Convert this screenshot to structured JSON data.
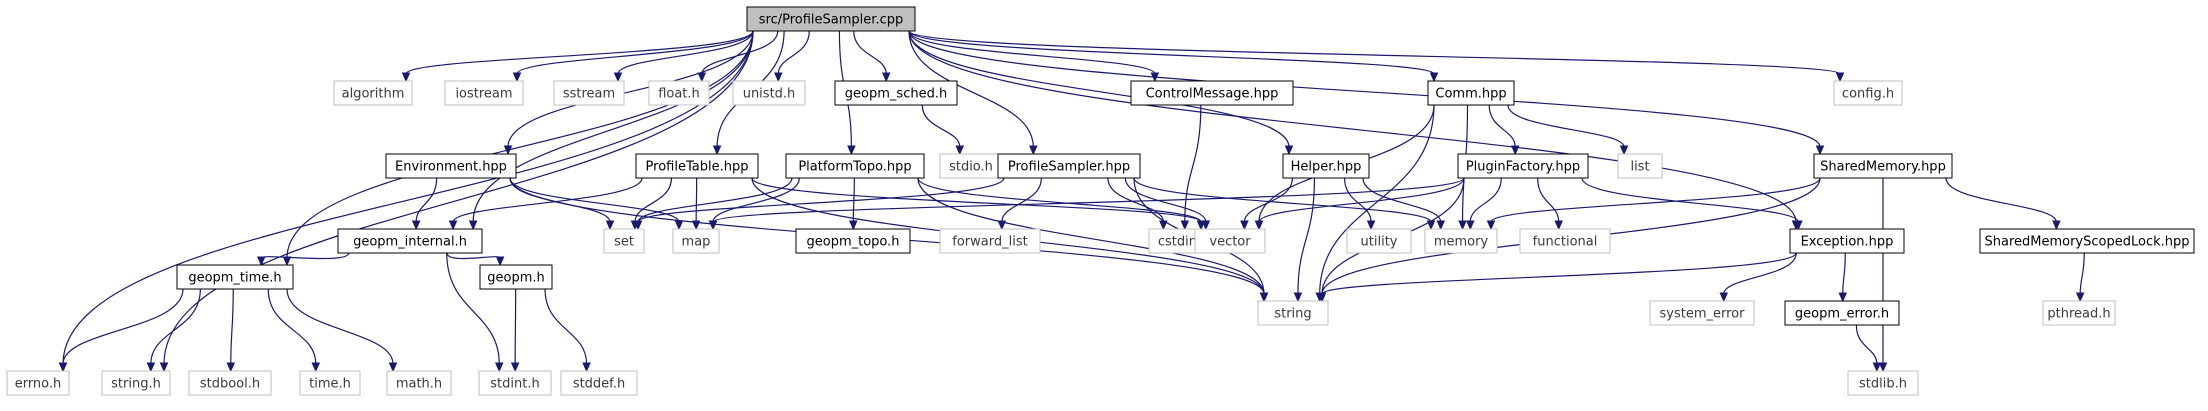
{
  "graph": {
    "title": "src/ProfileSampler.cpp",
    "colors": {
      "edge": "#191970",
      "root_fill": "#bfbfbf",
      "local_border": "#000000",
      "system_border": "#bfbfbf"
    },
    "nodes": [
      {
        "id": "root",
        "label": "src/ProfileSampler.cpp",
        "kind": "root"
      },
      {
        "id": "errno",
        "label": "errno.h",
        "kind": "system"
      },
      {
        "id": "string_h",
        "label": "string.h",
        "kind": "system"
      },
      {
        "id": "geopm_time",
        "label": "geopm_time.h",
        "kind": "local"
      },
      {
        "id": "geopm_internal",
        "label": "geopm_internal.h",
        "kind": "local"
      },
      {
        "id": "environment",
        "label": "Environment.hpp",
        "kind": "local"
      },
      {
        "id": "algorithm",
        "label": "algorithm",
        "kind": "system"
      },
      {
        "id": "iostream",
        "label": "iostream",
        "kind": "system"
      },
      {
        "id": "sstream",
        "label": "sstream",
        "kind": "system"
      },
      {
        "id": "float_h",
        "label": "float.h",
        "kind": "system"
      },
      {
        "id": "unistd",
        "label": "unistd.h",
        "kind": "system"
      },
      {
        "id": "geopm_sched",
        "label": "geopm_sched.h",
        "kind": "local"
      },
      {
        "id": "stdio",
        "label": "stdio.h",
        "kind": "system"
      },
      {
        "id": "profiletable",
        "label": "ProfileTable.hpp",
        "kind": "local"
      },
      {
        "id": "platformtopo",
        "label": "PlatformTopo.hpp",
        "kind": "local"
      },
      {
        "id": "profilesampler",
        "label": "ProfileSampler.hpp",
        "kind": "local"
      },
      {
        "id": "controlmessage",
        "label": "ControlMessage.hpp",
        "kind": "local"
      },
      {
        "id": "helper",
        "label": "Helper.hpp",
        "kind": "local"
      },
      {
        "id": "comm",
        "label": "Comm.hpp",
        "kind": "local"
      },
      {
        "id": "list",
        "label": "list",
        "kind": "system"
      },
      {
        "id": "pluginfactory",
        "label": "PluginFactory.hpp",
        "kind": "local"
      },
      {
        "id": "config",
        "label": "config.h",
        "kind": "system"
      },
      {
        "id": "sharedmemory",
        "label": "SharedMemory.hpp",
        "kind": "local"
      },
      {
        "id": "set",
        "label": "set",
        "kind": "system"
      },
      {
        "id": "map",
        "label": "map",
        "kind": "system"
      },
      {
        "id": "geopm_topo",
        "label": "geopm_topo.h",
        "kind": "local"
      },
      {
        "id": "forward_list",
        "label": "forward_list",
        "kind": "system"
      },
      {
        "id": "cstdint",
        "label": "cstdint",
        "kind": "system"
      },
      {
        "id": "vector",
        "label": "vector",
        "kind": "system"
      },
      {
        "id": "utility",
        "label": "utility",
        "kind": "system"
      },
      {
        "id": "memory",
        "label": "memory",
        "kind": "system"
      },
      {
        "id": "functional",
        "label": "functional",
        "kind": "system"
      },
      {
        "id": "exception",
        "label": "Exception.hpp",
        "kind": "local"
      },
      {
        "id": "sharedmemoryscopedlock",
        "label": "SharedMemoryScopedLock.hpp",
        "kind": "local"
      },
      {
        "id": "geopm_h",
        "label": "geopm.h",
        "kind": "local"
      },
      {
        "id": "string",
        "label": "string",
        "kind": "system"
      },
      {
        "id": "system_error",
        "label": "system_error",
        "kind": "system"
      },
      {
        "id": "geopm_error",
        "label": "geopm_error.h",
        "kind": "local"
      },
      {
        "id": "pthread",
        "label": "pthread.h",
        "kind": "system"
      },
      {
        "id": "stdbool",
        "label": "stdbool.h",
        "kind": "system"
      },
      {
        "id": "time_h",
        "label": "time.h",
        "kind": "system"
      },
      {
        "id": "math_h",
        "label": "math.h",
        "kind": "system"
      },
      {
        "id": "stdint_h",
        "label": "stdint.h",
        "kind": "system"
      },
      {
        "id": "stddef",
        "label": "stddef.h",
        "kind": "system"
      },
      {
        "id": "stdlib",
        "label": "stdlib.h",
        "kind": "system"
      }
    ],
    "edges": [
      [
        "root",
        "errno"
      ],
      [
        "root",
        "string_h"
      ],
      [
        "root",
        "geopm_time"
      ],
      [
        "root",
        "geopm_internal"
      ],
      [
        "root",
        "environment"
      ],
      [
        "root",
        "algorithm"
      ],
      [
        "root",
        "iostream"
      ],
      [
        "root",
        "sstream"
      ],
      [
        "root",
        "float_h"
      ],
      [
        "root",
        "unistd"
      ],
      [
        "root",
        "geopm_sched"
      ],
      [
        "root",
        "profiletable"
      ],
      [
        "root",
        "platformtopo"
      ],
      [
        "root",
        "profilesampler"
      ],
      [
        "root",
        "controlmessage"
      ],
      [
        "root",
        "helper"
      ],
      [
        "root",
        "comm"
      ],
      [
        "root",
        "exception"
      ],
      [
        "root",
        "sharedmemory"
      ],
      [
        "root",
        "config"
      ],
      [
        "geopm_sched",
        "stdio"
      ],
      [
        "environment",
        "set"
      ],
      [
        "environment",
        "map"
      ],
      [
        "environment",
        "string"
      ],
      [
        "environment",
        "geopm_internal"
      ],
      [
        "profiletable",
        "geopm_internal"
      ],
      [
        "profiletable",
        "set"
      ],
      [
        "profiletable",
        "map"
      ],
      [
        "profiletable",
        "vector"
      ],
      [
        "profiletable",
        "string"
      ],
      [
        "platformtopo",
        "set"
      ],
      [
        "platformtopo",
        "map"
      ],
      [
        "platformtopo",
        "geopm_topo"
      ],
      [
        "platformtopo",
        "vector"
      ],
      [
        "platformtopo",
        "string"
      ],
      [
        "profilesampler",
        "set"
      ],
      [
        "profilesampler",
        "forward_list"
      ],
      [
        "profilesampler",
        "cstdint"
      ],
      [
        "profilesampler",
        "vector"
      ],
      [
        "profilesampler",
        "memory"
      ],
      [
        "profilesampler",
        "string"
      ],
      [
        "controlmessage",
        "cstdint"
      ],
      [
        "helper",
        "vector"
      ],
      [
        "helper",
        "utility"
      ],
      [
        "helper",
        "memory"
      ],
      [
        "helper",
        "string"
      ],
      [
        "comm",
        "vector"
      ],
      [
        "comm",
        "list"
      ],
      [
        "comm",
        "memory"
      ],
      [
        "comm",
        "pluginfactory"
      ],
      [
        "comm",
        "string"
      ],
      [
        "pluginfactory",
        "map"
      ],
      [
        "pluginfactory",
        "vector"
      ],
      [
        "pluginfactory",
        "memory"
      ],
      [
        "pluginfactory",
        "functional"
      ],
      [
        "pluginfactory",
        "exception"
      ],
      [
        "pluginfactory",
        "string"
      ],
      [
        "sharedmemory",
        "memory"
      ],
      [
        "sharedmemory",
        "sharedmemoryscopedlock"
      ],
      [
        "sharedmemory",
        "string"
      ],
      [
        "sharedmemory",
        "stdlib"
      ],
      [
        "sharedmemoryscopedlock",
        "pthread"
      ],
      [
        "exception",
        "string"
      ],
      [
        "exception",
        "system_error"
      ],
      [
        "exception",
        "geopm_error"
      ],
      [
        "geopm_error",
        "stdlib"
      ],
      [
        "geopm_internal",
        "geopm_time"
      ],
      [
        "geopm_internal",
        "geopm_h"
      ],
      [
        "geopm_internal",
        "stdint_h"
      ],
      [
        "geopm_h",
        "stdint_h"
      ],
      [
        "geopm_h",
        "stddef"
      ],
      [
        "geopm_time",
        "errno"
      ],
      [
        "geopm_time",
        "string_h"
      ],
      [
        "geopm_time",
        "stdbool"
      ],
      [
        "geopm_time",
        "time_h"
      ],
      [
        "geopm_time",
        "math_h"
      ]
    ]
  }
}
